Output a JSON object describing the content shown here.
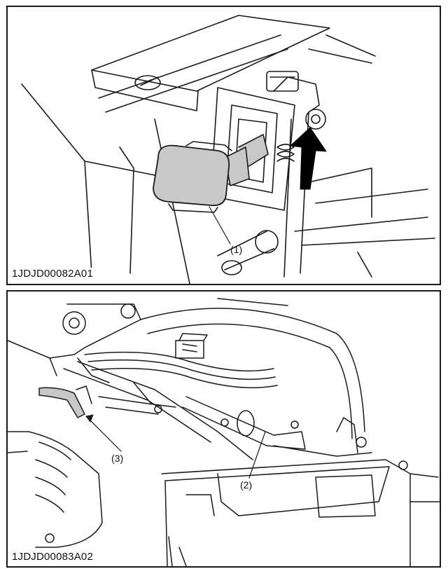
{
  "figures": [
    {
      "id": "1JDJD00082A01",
      "callouts": [
        "(1)"
      ]
    },
    {
      "id": "1JDJD00083A02",
      "callouts": [
        "(2)",
        "(3)"
      ]
    }
  ],
  "colors": {
    "line": "#1a1a1a",
    "highlight": "#c8c8c8",
    "arrow": "#000000"
  }
}
